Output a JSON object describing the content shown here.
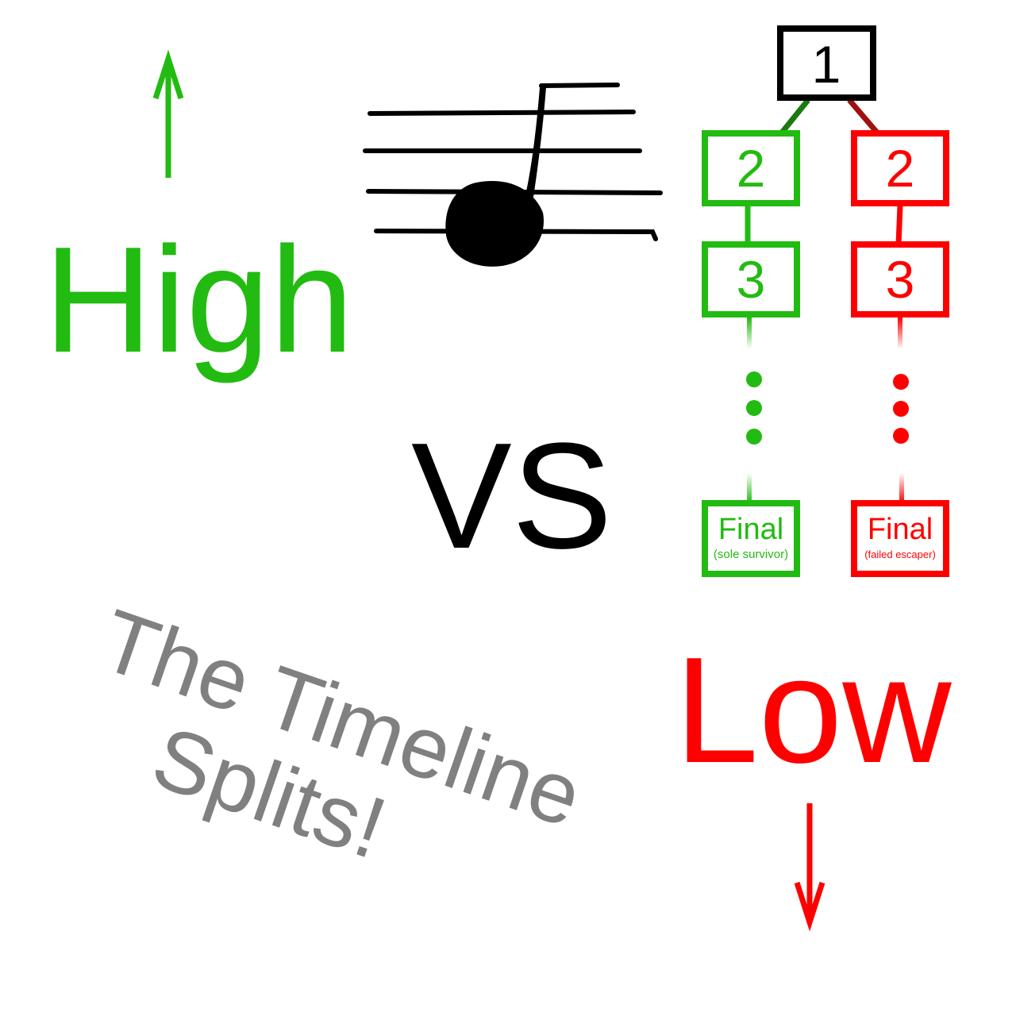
{
  "colors": {
    "high": "#22bb11",
    "low": "#ff0000",
    "neutral": "#000000",
    "caption": "#808080",
    "background": "#ffffff"
  },
  "labels": {
    "high": "High",
    "versus": "VS",
    "low": "Low",
    "caption_line1": "The Timeline",
    "caption_line2": "Splits!"
  },
  "tree": {
    "root": "1",
    "branches": [
      {
        "side": "green",
        "nodes": [
          "2",
          "3"
        ],
        "final_label": "Final",
        "final_note": "(sole survivor)"
      },
      {
        "side": "red",
        "nodes": [
          "2",
          "3"
        ],
        "final_label": "Final",
        "final_note": "(failed escaper)"
      }
    ]
  },
  "icons": {
    "up_arrow": "up-arrow-icon",
    "down_arrow": "down-arrow-icon",
    "music_note": "music-note-icon"
  }
}
